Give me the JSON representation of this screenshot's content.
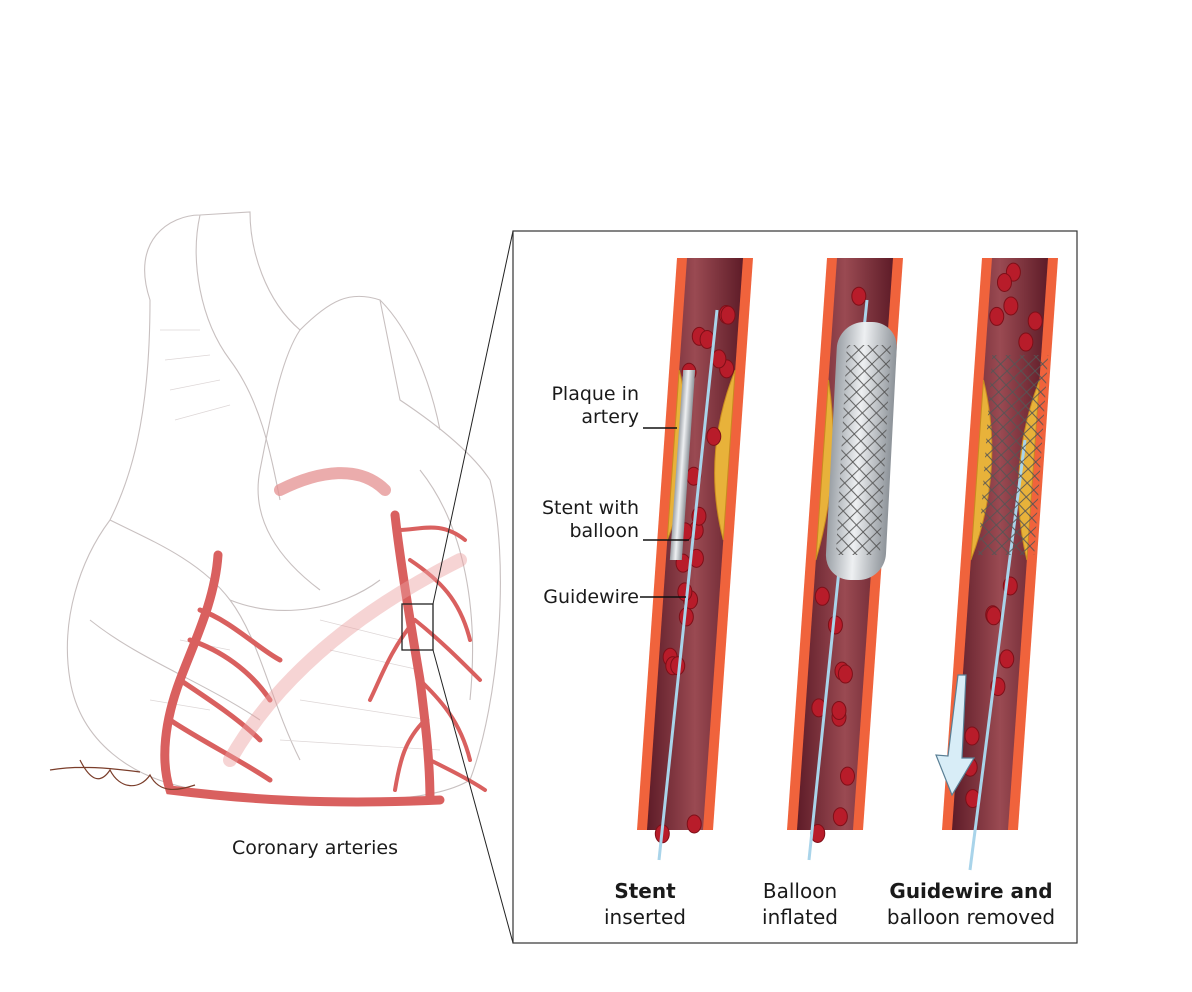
{
  "heart": {
    "caption": "Coronary arteries",
    "signature": "artist signature"
  },
  "callouts": {
    "plaque": [
      "Plaque in",
      "artery"
    ],
    "stent": [
      "Stent with",
      "balloon"
    ],
    "guidewire": "Guidewire"
  },
  "stages": [
    {
      "line1": "Stent",
      "line2": "inserted"
    },
    {
      "line1": "Balloon",
      "line2": "inflated"
    },
    {
      "line1": "Guidewire and",
      "line2": "balloon removed"
    }
  ],
  "colors": {
    "vessel_wall": "#f0633c",
    "lumen": "#7a2a35",
    "plaque": "#e8b23a",
    "artery": "#d9605f",
    "blood_cell": "#b81c2a",
    "guidewire": "#a9d4ea"
  }
}
